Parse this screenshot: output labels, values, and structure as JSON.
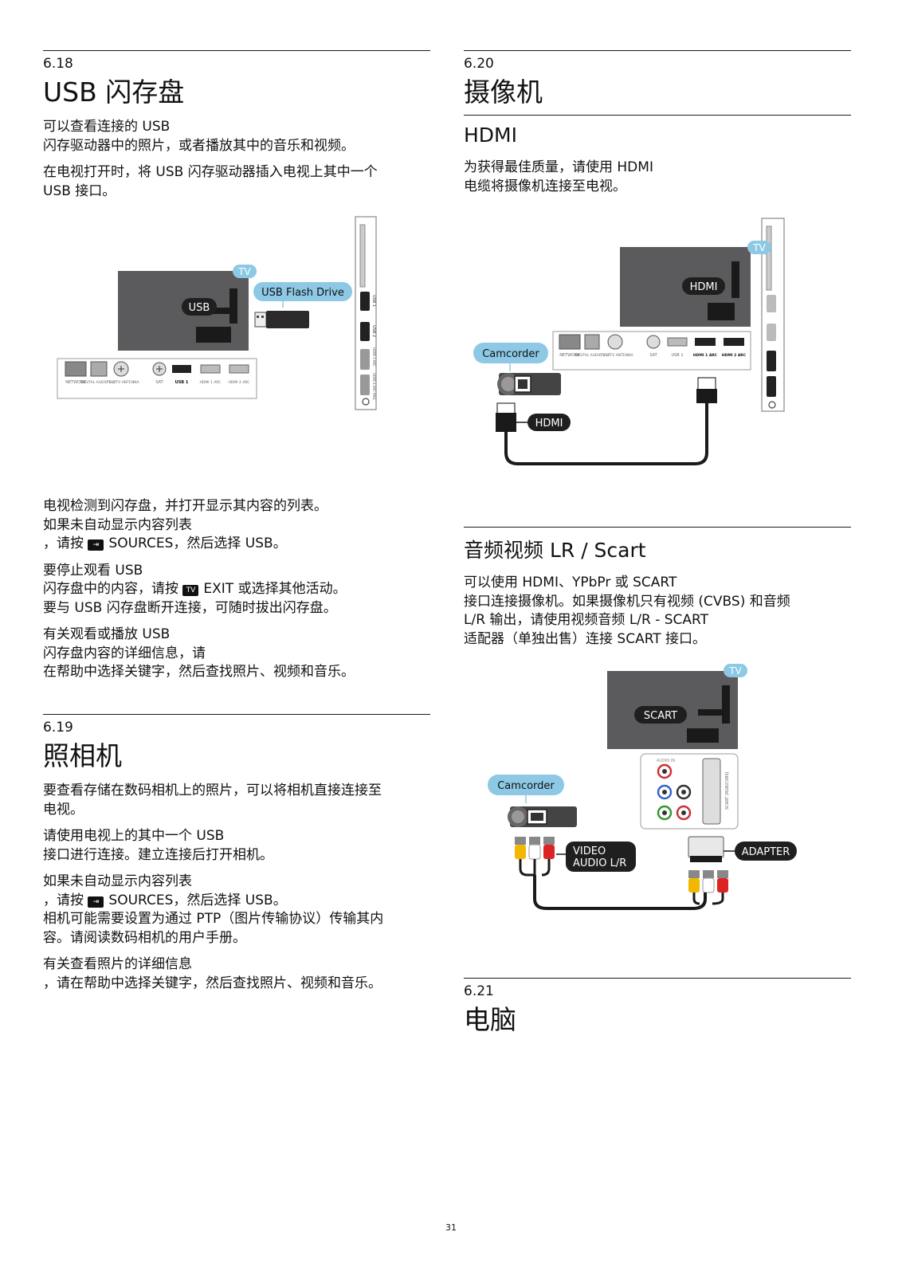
{
  "s618": {
    "num": "6.18",
    "title": "USB 闪存盘",
    "p1": "可以查看连接的 USB\n闪存驱动器中的照片，或者播放其中的音乐和视频。",
    "p2": "在电视打开时，将 USB 闪存驱动器插入电视上其中一个\nUSB 接口。",
    "fig": {
      "tv_badge": "TV",
      "usb_label": "USB",
      "flash_label": "USB Flash Drive",
      "ports": [
        "NETWORK",
        "DIGITAL AUDIO OUT",
        "75 Ω TV ANTENNA",
        "SAT",
        "USB 1",
        "HDMI 1 ARC",
        "HDMI 2 ARC"
      ],
      "side_ports": [
        "USB 1",
        "USB 2",
        "HDMI 3 ARC",
        "HDMI 4 ARC MHL"
      ]
    },
    "p3a": "电视检测到闪存盘，并打开显示其内容的列表。\n如果未自动显示内容列表\n，请按",
    "p3b": "SOURCES，然后选择 USB。",
    "p4a": "要停止观看 USB\n闪存盘中的内容，请按",
    "p4b": "EXIT 或选择其他活动。",
    "p4c": "要与 USB 闪存盘断开连接，可随时拔出闪存盘。",
    "p5": "有关观看或播放 USB\n闪存盘内容的详细信息，请\n在帮助中选择关键字，然后查找照片、视频和音乐。"
  },
  "s619": {
    "num": "6.19",
    "title": "照相机",
    "p1": "要查看存储在数码相机上的照片，可以将相机直接连接至\n电视。",
    "p2": "请使用电视上的其中一个 USB\n 接口进行连接。建立连接后打开相机。",
    "p3a": "如果未自动显示内容列表\n，请按",
    "p3b": "SOURCES，然后选择 USB。",
    "p3c": "相机可能需要设置为通过 PTP（图片传输协议）传输其内\n容。请阅读数码相机的用户手册。",
    "p4": "有关查看照片的详细信息\n，请在帮助中选择关键字，然后查找照片、视频和音乐。"
  },
  "s620": {
    "num": "6.20",
    "title": "摄像机",
    "hdmi_heading": "HDMI",
    "hdmi_p": "为获得最佳质量，请使用 HDMI\n电缆将摄像机连接至电视。",
    "fig1": {
      "tv_badge": "TV",
      "hdmi_label": "HDMI",
      "camcorder": "Camcorder",
      "cable_label": "HDMI",
      "ports": [
        "NETWORK",
        "DIGITAL AUDIO OUT",
        "75 Ω TV ANTENNA",
        "SAT",
        "USB 1",
        "HDMI 1 ARC",
        "HDMI 2 ARC"
      ]
    },
    "av_heading": "音频视频 LR / Scart",
    "av_p": "可以使用 HDMI、YPbPr 或 SCART\n接口连接摄像机。如果摄像机只有视频 (CVBS) 和音频\nL/R 输出，请使用视频音频 L/R - SCART\n适配器（单独出售）连接 SCART 接口。",
    "fig2": {
      "tv_badge": "TV",
      "scart_label": "SCART",
      "camcorder": "Camcorder",
      "video_audio_1": "VIDEO",
      "video_audio_2": "AUDIO L/R",
      "adapter": "ADAPTER",
      "audio_in": "AUDIO IN",
      "scart_side": "SCART (RGB/CVBS)"
    }
  },
  "s621": {
    "num": "6.21",
    "title": "电脑"
  },
  "keys": {
    "sources_key": "⮐",
    "tv_key": "TV"
  },
  "page_number": "31"
}
